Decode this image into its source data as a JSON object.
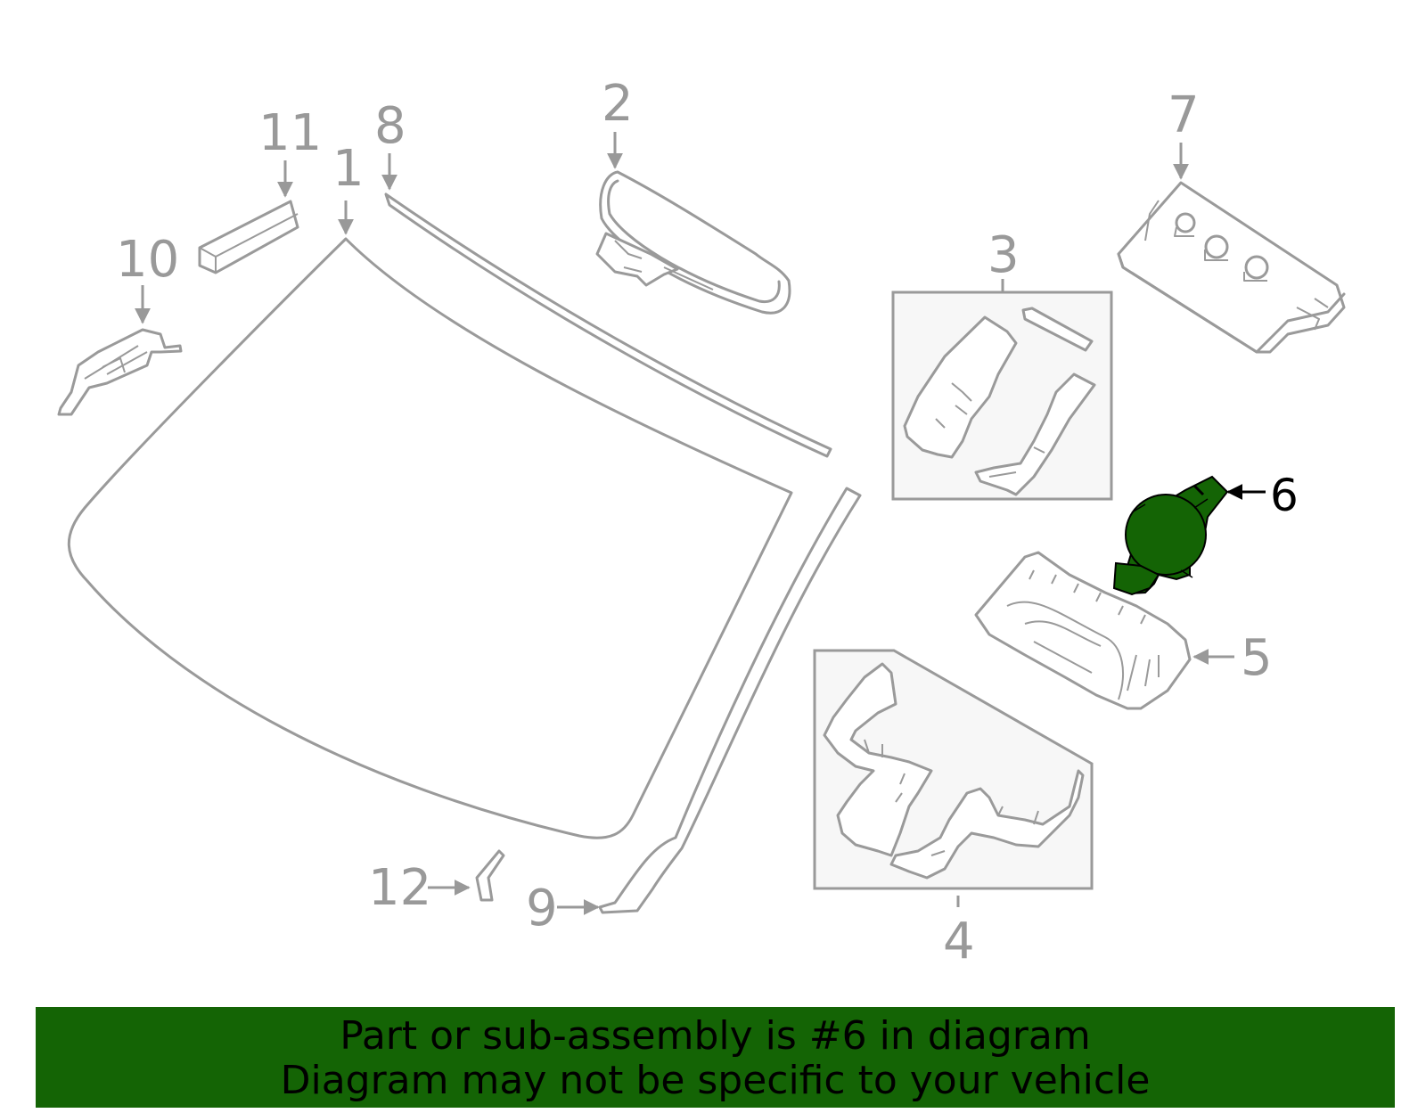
{
  "diagram": {
    "callouts": [
      "1",
      "2",
      "3",
      "4",
      "5",
      "6",
      "7",
      "8",
      "9",
      "10",
      "11",
      "12"
    ],
    "highlighted_part": "6"
  },
  "colors": {
    "banner": "#146405",
    "highlight_part": "#146405",
    "line_art": "#9a9a9a",
    "callout_text": "#999999"
  },
  "banner": {
    "line1": "Part or sub-assembly is #6 in diagram",
    "line2": "Diagram may not be specific to your vehicle"
  }
}
